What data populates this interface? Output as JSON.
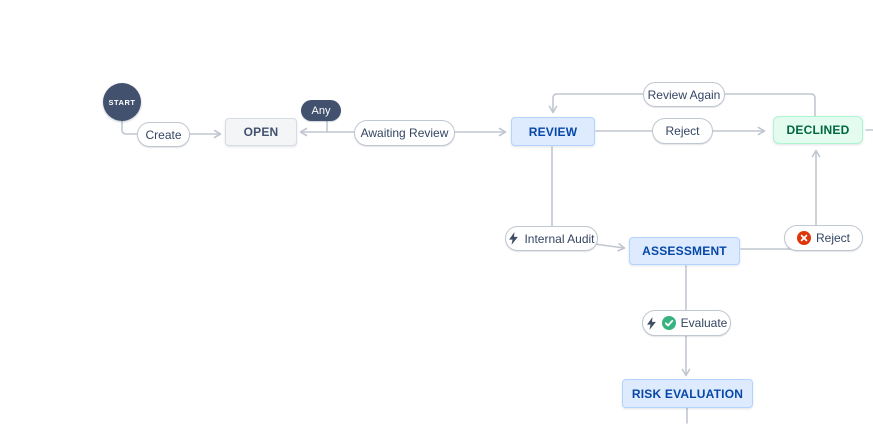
{
  "diagram_title": "issue-workflow-diagram",
  "nodes": {
    "start": {
      "label": "START",
      "type": "start"
    },
    "open": {
      "label": "OPEN",
      "category": "todo"
    },
    "review": {
      "label": "REVIEW",
      "category": "in-progress"
    },
    "declined": {
      "label": "DECLINED",
      "category": "done"
    },
    "assessment": {
      "label": "ASSESSMENT",
      "category": "in-progress"
    },
    "risk_evaluation": {
      "label": "RISK EVALUATION",
      "category": "in-progress"
    }
  },
  "transitions": {
    "create": {
      "label": "Create",
      "from": "start",
      "to": "open"
    },
    "any": {
      "label": "Any",
      "type": "any-status-badge",
      "to": "open"
    },
    "awaiting_review": {
      "label": "Awaiting Review",
      "from": "open",
      "to": "review"
    },
    "review_again": {
      "label": "Review Again",
      "from": "declined",
      "to": "review"
    },
    "reject_from_review": {
      "label": "Reject",
      "from": "review",
      "to": "declined"
    },
    "internal_audit": {
      "label": "Internal Audit",
      "from": "review",
      "to": "assessment",
      "icons": [
        "lightning-bolt"
      ]
    },
    "reject_from_assessment": {
      "label": "Reject",
      "from": "assessment",
      "to": "declined",
      "icons": [
        "error-x-circle"
      ]
    },
    "evaluate": {
      "label": "Evaluate",
      "from": "assessment",
      "to": "risk_evaluation",
      "icons": [
        "lightning-bolt",
        "success-check-circle"
      ]
    }
  },
  "colors": {
    "status_todo_bg": "#f4f5f7",
    "status_todo_text": "#42526e",
    "status_todo_border": "#dfe1e6",
    "status_inprogress_bg": "#deebff",
    "status_inprogress_text": "#0747a6",
    "status_inprogress_border": "#b3d4ff",
    "status_done_bg": "#e3fcef",
    "status_done_text": "#006644",
    "status_done_border": "#abf5d1",
    "start_node_bg": "#42526e",
    "any_badge_bg": "#42526e",
    "connector_line": "#c1c7d0",
    "label_text": "#344563",
    "error_icon": "#de350b",
    "success_icon": "#36b37e"
  }
}
